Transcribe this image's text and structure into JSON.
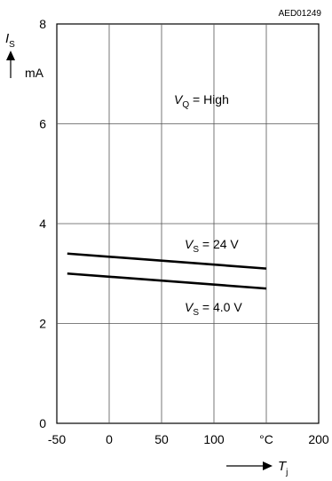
{
  "chart_data": {
    "type": "line",
    "figure_id": "AED01249",
    "ylabel_symbol": "I",
    "ylabel_sub": "S",
    "ylabel_unit": "mA",
    "xlabel_symbol": "T",
    "xlabel_sub": "j",
    "x_unit_tick": "°C",
    "xlim": [
      -50,
      200
    ],
    "ylim": [
      0,
      8
    ],
    "xticks": [
      "-50",
      "0",
      "50",
      "100",
      "°C",
      "200"
    ],
    "yticks": [
      "0",
      "2",
      "4",
      "6",
      "8"
    ],
    "grid": true,
    "condition": {
      "symbol": "V",
      "sub": "Q",
      "text": " = High"
    },
    "series": [
      {
        "name_symbol": "V",
        "name_sub": "S",
        "name_rest": " = 24 V",
        "x": [
          -40,
          150
        ],
        "y": [
          3.4,
          3.1
        ]
      },
      {
        "name_symbol": "V",
        "name_sub": "S",
        "name_rest": " = 4.0 V",
        "x": [
          -40,
          150
        ],
        "y": [
          3.0,
          2.7
        ]
      }
    ]
  }
}
